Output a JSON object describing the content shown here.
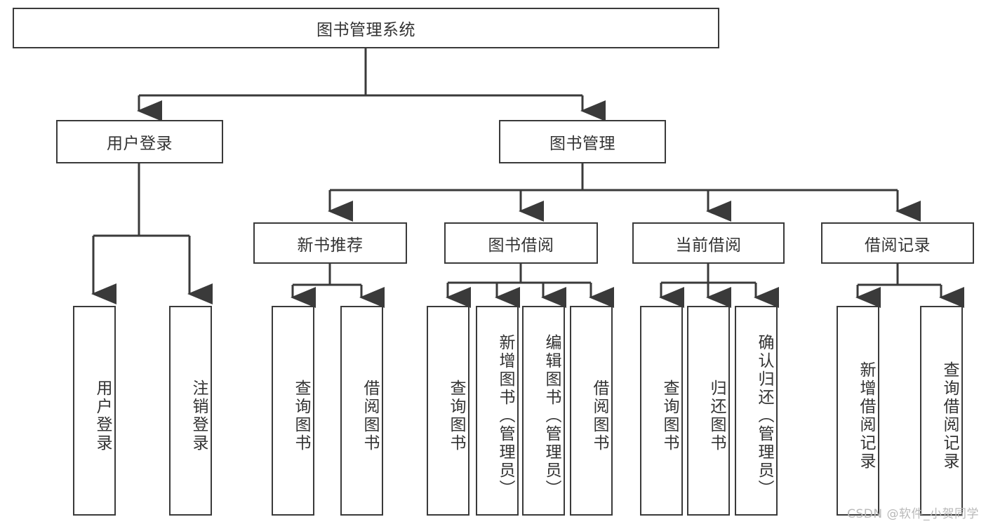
{
  "diagram": {
    "title": "图书管理系统",
    "type": "tree",
    "root": {
      "label": "图书管理系统"
    },
    "level2": [
      {
        "label": "用户登录"
      },
      {
        "label": "图书管理"
      }
    ],
    "level3": [
      {
        "label": "新书推荐"
      },
      {
        "label": "图书借阅"
      },
      {
        "label": "当前借阅"
      },
      {
        "label": "借阅记录"
      }
    ],
    "leaves": {
      "user_login": [
        {
          "label": "用户登录"
        },
        {
          "label": "注销登录"
        }
      ],
      "new_book_recommend": [
        {
          "label": "查询图书"
        },
        {
          "label": "借阅图书"
        }
      ],
      "book_borrow": [
        {
          "label": "查询图书"
        },
        {
          "label": "新增图书（管理员）"
        },
        {
          "label": "编辑图书（管理员）"
        },
        {
          "label": "借阅图书"
        }
      ],
      "current_borrow": [
        {
          "label": "查询图书"
        },
        {
          "label": "归还图书"
        },
        {
          "label": "确认归还（管理员）"
        }
      ],
      "borrow_record": [
        {
          "label": "新增借阅记录"
        },
        {
          "label": "查询借阅记录"
        }
      ]
    }
  },
  "watermark": {
    "text": "CSDN @软件_小贺同学"
  },
  "colors": {
    "border": "#3a3a3a",
    "text": "#333333",
    "background": "#ffffff",
    "watermark": "#b9b9b9"
  }
}
